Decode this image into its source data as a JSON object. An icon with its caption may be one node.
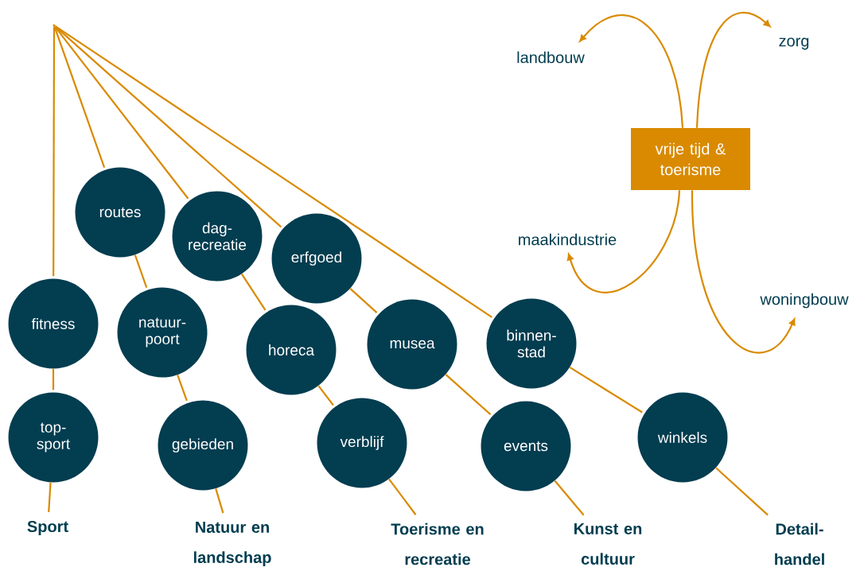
{
  "diagram": {
    "nodes": [
      {
        "text": [],
        "shape": "point"
      },
      {
        "text": [
          "landbouw"
        ]
      },
      {
        "text": [
          "zorg"
        ]
      },
      {
        "text": [
          "vrije tijd & toerisme"
        ]
      },
      {
        "text": [
          "routes"
        ]
      },
      {
        "text": [
          "dag- recreatie"
        ]
      },
      {
        "text": [
          "erfgoed"
        ]
      },
      {
        "text": [
          "maakindustrie"
        ]
      },
      {
        "text": [
          "woningbouw"
        ]
      },
      {
        "text": [
          "fitness"
        ]
      },
      {
        "text": [
          "natuur- poort"
        ]
      },
      {
        "text": [
          "horeca"
        ]
      },
      {
        "text": [
          "musea"
        ]
      },
      {
        "text": [
          "binnen- stad"
        ]
      },
      {
        "text": [
          "top- sport"
        ]
      },
      {
        "text": [
          "gebieden"
        ]
      },
      {
        "text": [
          "verblijf"
        ]
      },
      {
        "text": [
          "events"
        ]
      },
      {
        "text": [
          "winkels"
        ]
      },
      {
        "text": [
          "Sport"
        ]
      },
      {
        "text": [
          "Natuur en landschap"
        ]
      },
      {
        "text": [
          "Toerisme en recreatie"
        ]
      },
      {
        "text": [
          "Kunst en cultuur"
        ]
      },
      {
        "text": [
          "Detail- handel"
        ]
      }
    ],
    "edges": [
      {
        "from": 0,
        "to": 9,
        "arrow": "none"
      },
      {
        "from": 9,
        "to": 14,
        "arrow": "none"
      },
      {
        "from": 14,
        "to": 19,
        "arrow": "none"
      },
      {
        "from": 0,
        "to": 4,
        "arrow": "none"
      },
      {
        "from": 4,
        "to": 10,
        "arrow": "none"
      },
      {
        "from": 10,
        "to": 15,
        "arrow": "none"
      },
      {
        "from": 15,
        "to": 20,
        "arrow": "none"
      },
      {
        "from": 0,
        "to": 5,
        "arrow": "none"
      },
      {
        "from": 5,
        "to": 11,
        "arrow": "none"
      },
      {
        "from": 11,
        "to": 16,
        "arrow": "none"
      },
      {
        "from": 16,
        "to": 21,
        "arrow": "none"
      },
      {
        "from": 0,
        "to": 6,
        "arrow": "none"
      },
      {
        "from": 6,
        "to": 12,
        "arrow": "none"
      },
      {
        "from": 12,
        "to": 17,
        "arrow": "none"
      },
      {
        "from": 17,
        "to": 22,
        "arrow": "none"
      },
      {
        "from": 0,
        "to": 13,
        "arrow": "none"
      },
      {
        "from": 13,
        "to": 18,
        "arrow": "none"
      },
      {
        "from": 18,
        "to": 23,
        "arrow": "none"
      },
      {
        "from": 3,
        "to": 1,
        "arrow": "to"
      },
      {
        "from": 3,
        "to": 2,
        "arrow": "to"
      },
      {
        "from": 3,
        "to": 7,
        "arrow": "to"
      },
      {
        "from": 3,
        "to": 8,
        "arrow": "to"
      }
    ]
  }
}
